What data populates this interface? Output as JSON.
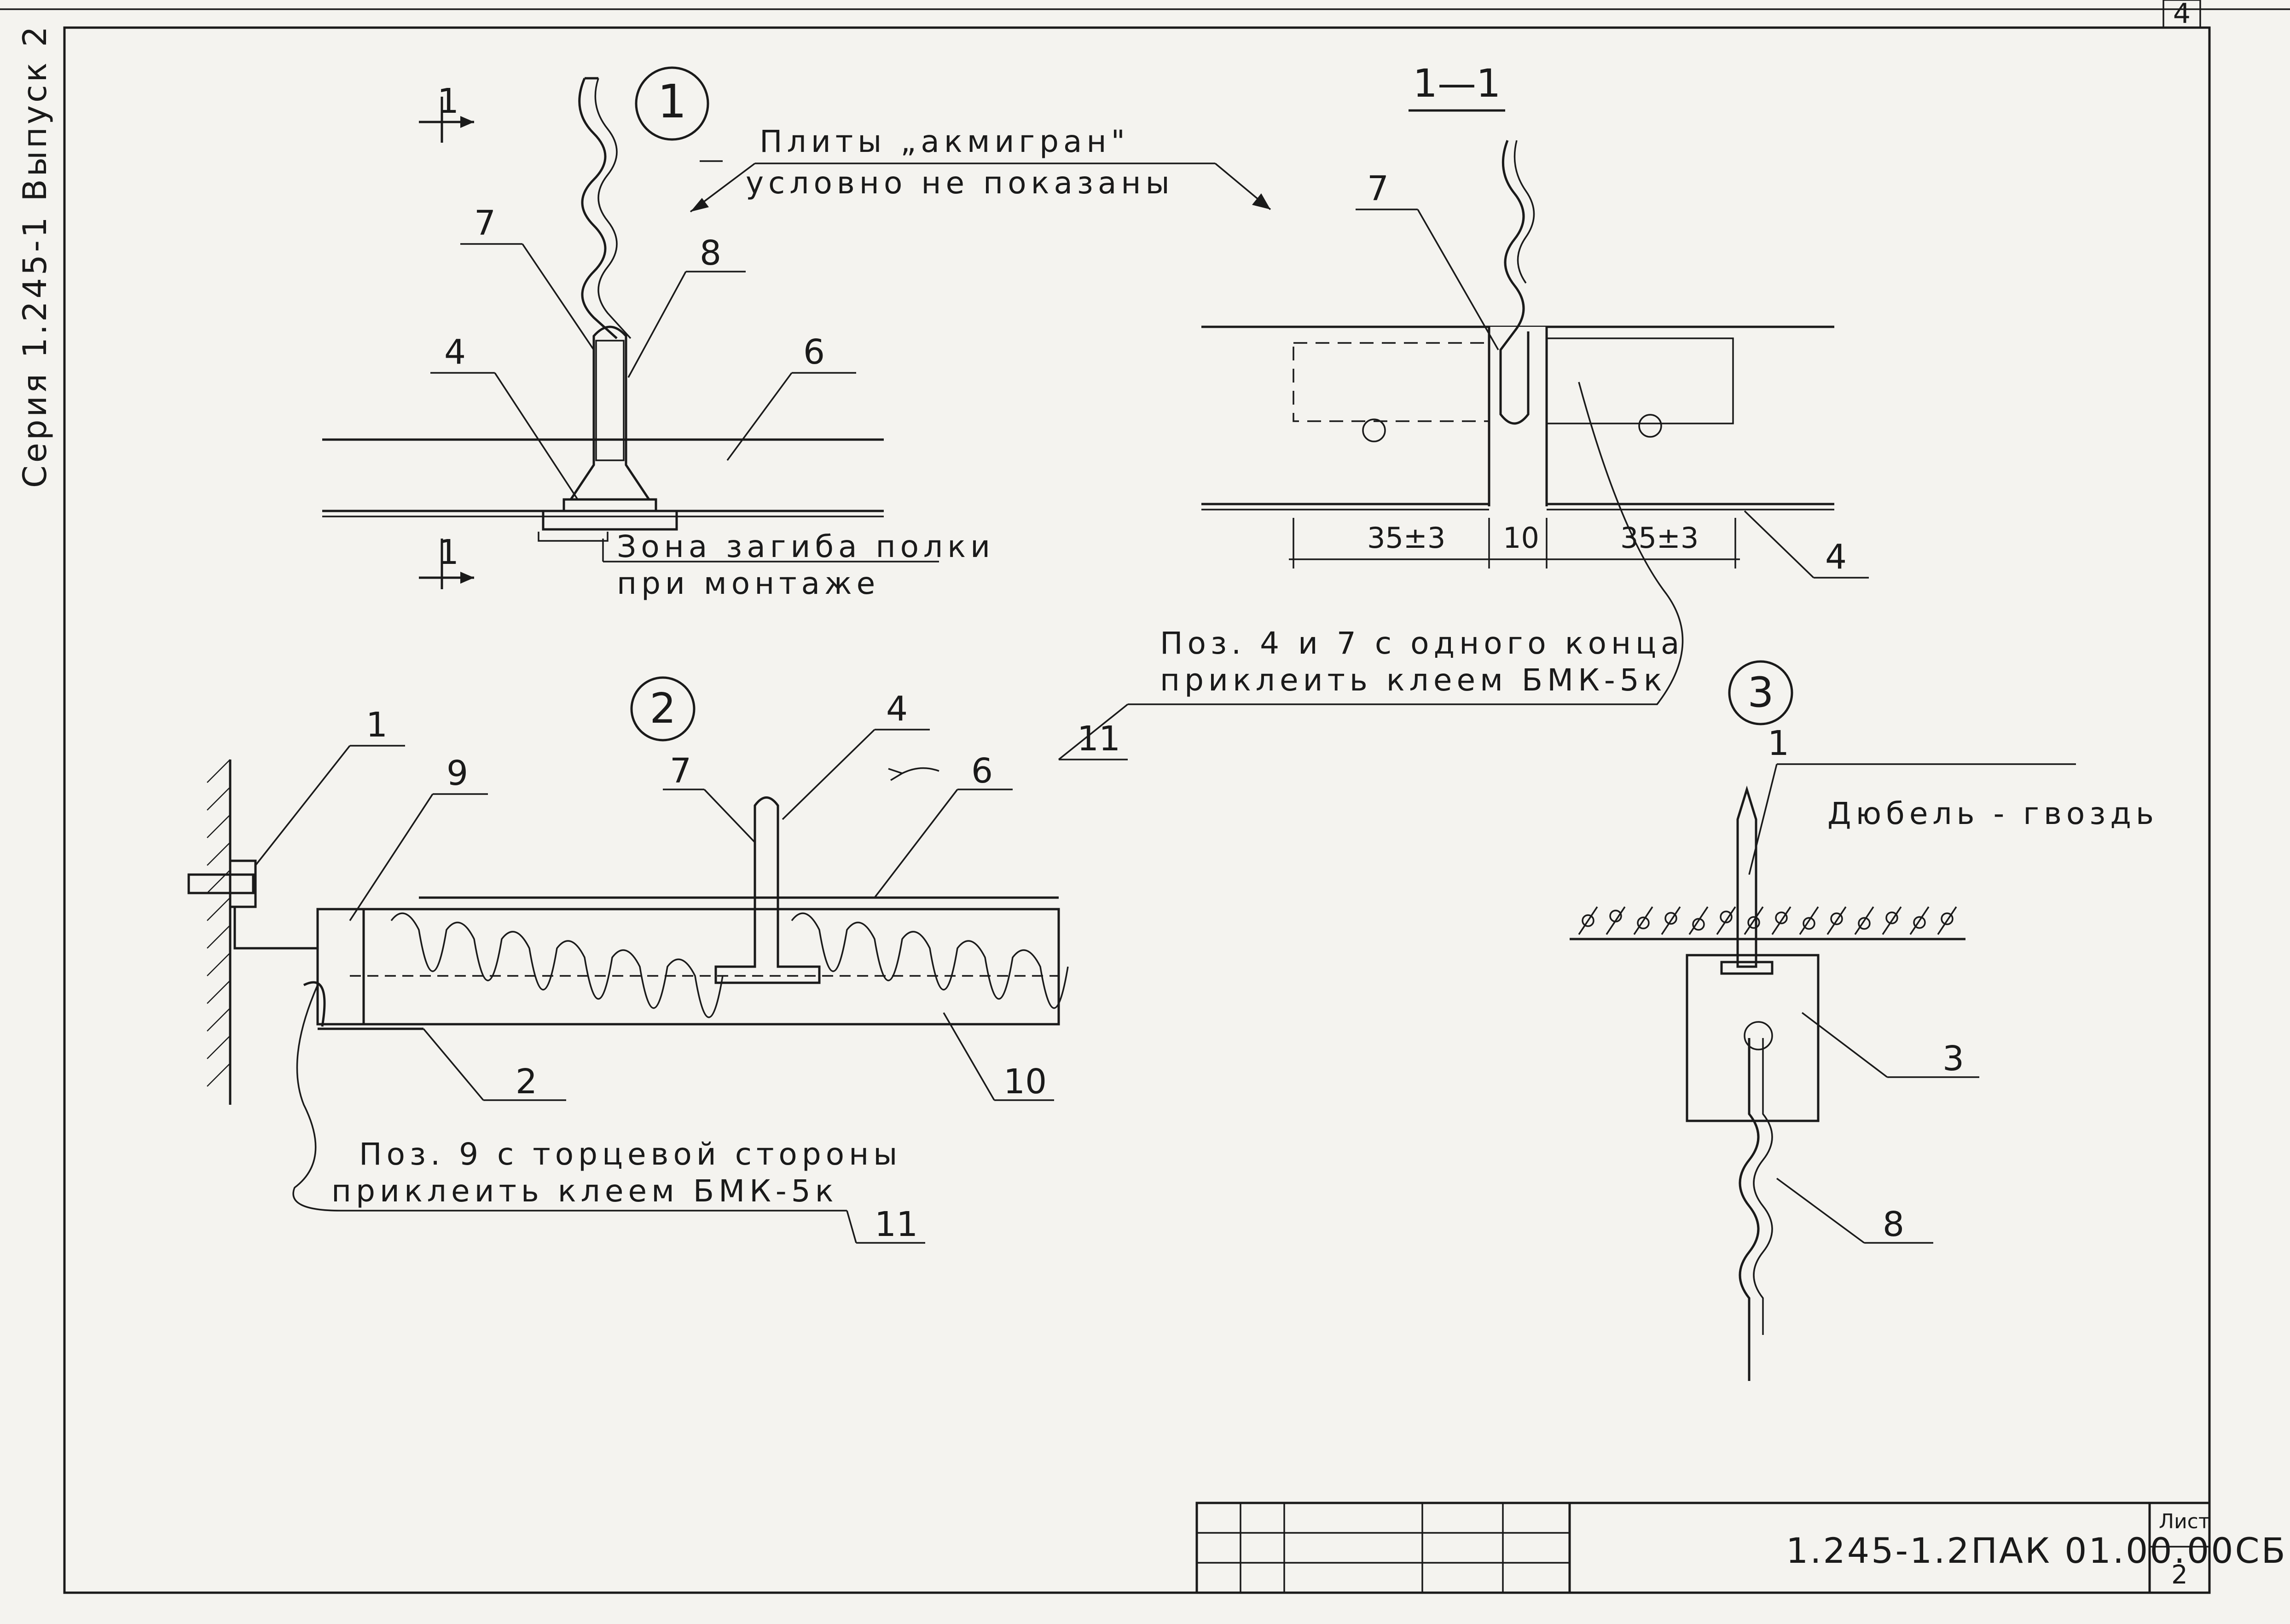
{
  "series_label": "Серия 1.245-1 Выпуск 2",
  "sheet_corner_number": "4",
  "details": {
    "d1": {
      "marker": "1",
      "section_mark": "1",
      "note_line1": "Плиты „акмигран\"",
      "note_line2": "условно не показаны",
      "zone_line1": "Зона загиба полки",
      "zone_line2": "при монтаже",
      "pos": [
        "7",
        "8",
        "4",
        "6"
      ]
    },
    "d11": {
      "title": "1—1",
      "pos": [
        "7",
        "4"
      ],
      "dims": [
        "35±3",
        "10",
        "35±3"
      ],
      "note_line1": "Поз. 4 и 7 с одного конца",
      "note_line2": "приклеить клеем БМК-5к",
      "note_pos": "11"
    },
    "d2": {
      "marker": "2",
      "pos": [
        "1",
        "9",
        "7",
        "4",
        "6",
        "2",
        "10"
      ],
      "note_line1": "Поз. 9 с торцевой стороны",
      "note_line2": "приклеить клеем БМК-5к",
      "note_pos": "11"
    },
    "d3": {
      "marker": "3",
      "pos": [
        "1",
        "3",
        "8"
      ],
      "dowel_label": "Дюбель - гвоздь"
    }
  },
  "title_block": {
    "code": "1.245-1.2ПАК 01.00.00СБ",
    "sheet_label": "Лист",
    "sheet_number": "2"
  }
}
